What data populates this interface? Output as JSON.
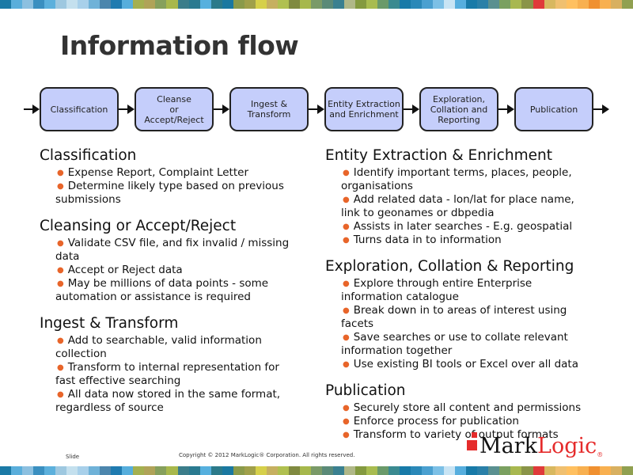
{
  "stripe_colors": [
    "#1b7aa6",
    "#5aaedb",
    "#8cc0e0",
    "#3a8fc0",
    "#5cb0dc",
    "#9ec8e0",
    "#c4e0ee",
    "#a8d0ea",
    "#6fb2d8",
    "#4c86ad",
    "#1f7bb0",
    "#56aedc",
    "#a4b050",
    "#b0a358",
    "#86a05c",
    "#a8b84c",
    "#3b7d8a",
    "#2a7a90",
    "#56b0de",
    "#2b7a8a",
    "#1a78a0",
    "#8a9a4a",
    "#a0a04a",
    "#d6d04a",
    "#c6b060",
    "#b0c050",
    "#808a40",
    "#a6b84c",
    "#7a9a68",
    "#5a8a78",
    "#3a8090",
    "#b0b888",
    "#849a40",
    "#a8bc50",
    "#6a9a6a",
    "#3a8a90",
    "#187aa8",
    "#2a88b8",
    "#4aa0d0",
    "#7cc0e6",
    "#c8e4f4",
    "#56aede",
    "#187aa8",
    "#2a80a8",
    "#5a9090",
    "#7aa060",
    "#a8b850",
    "#8a9448",
    "#e03a3a",
    "#d8b860",
    "#f0c070",
    "#ffc060",
    "#f8b050",
    "#f09030",
    "#f8b050",
    "#d8b060",
    "#90a050"
  ],
  "title": "Information flow",
  "flow": [
    {
      "label": "Classification"
    },
    {
      "label": "Cleanse\nor\nAccept/Reject"
    },
    {
      "label": "Ingest &\nTransform"
    },
    {
      "label": "Entity Extraction\nand Enrichment"
    },
    {
      "label": "Exploration,\nCollation and\nReporting"
    },
    {
      "label": "Publication"
    }
  ],
  "left_sections": [
    {
      "heading": "Classification",
      "bullets": [
        "Expense Report, Complaint Letter",
        "Determine likely type based on previous submissions"
      ]
    },
    {
      "heading": "Cleansing or Accept/Reject",
      "bullets": [
        "Validate CSV file, and fix invalid / missing data",
        "Accept or Reject data",
        "May be millions of data points - some automation or assistance is required"
      ]
    },
    {
      "heading": "Ingest & Transform",
      "bullets": [
        "Add to searchable, valid information collection",
        "Transform to internal representation for fast effective searching",
        "All data now stored in the same format, regardless of source"
      ]
    }
  ],
  "right_sections": [
    {
      "heading": "Entity Extraction & Enrichment",
      "bullets": [
        "Identify important terms, places, people, organisations",
        "Add related data - lon/lat for place name, link to geonames or dbpedia",
        "Assists in later searches - E.g. geospatial",
        "Turns data in to information"
      ]
    },
    {
      "heading": "Exploration, Collation & Reporting",
      "bullets": [
        "Explore through entire Enterprise information catalogue",
        "Break down in to areas of interest using facets",
        "Save searches or use to collate relevant information together",
        "Use existing BI tools or Excel over all data"
      ]
    },
    {
      "heading": "Publication",
      "bullets": [
        "Securely store all content and permissions",
        "Enforce process for publication",
        "Transform to variety of output formats"
      ]
    }
  ],
  "footer": {
    "slide": "Slide",
    "copyright": "Copyright © 2012 MarkLogic® Corporation. All rights reserved."
  },
  "logo": {
    "mark": "Mark",
    "logic": "Logic",
    "reg": "®"
  }
}
